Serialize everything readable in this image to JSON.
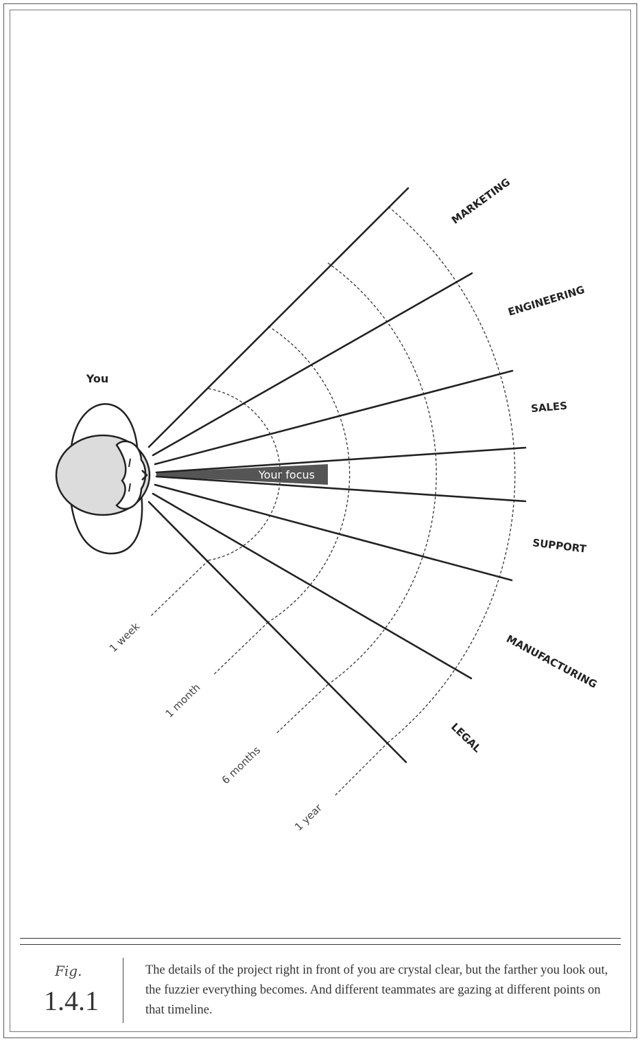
{
  "diagram": {
    "person_label": "You",
    "focus_label": "Your focus",
    "departments": [
      "MARKETING",
      "ENGINEERING",
      "SALES",
      "SUPPORT",
      "MANUFACTURING",
      "LEGAL"
    ],
    "timeline": [
      "1 week",
      "1 month",
      "6 months",
      "1 year"
    ]
  },
  "figure": {
    "label": "Fig.",
    "number": "1.4.1",
    "caption": "The details of the project right in front of you are crystal clear, but the farther you look out, the fuzzier everything becomes. And different teammates are gazing at different points on that timeline."
  }
}
